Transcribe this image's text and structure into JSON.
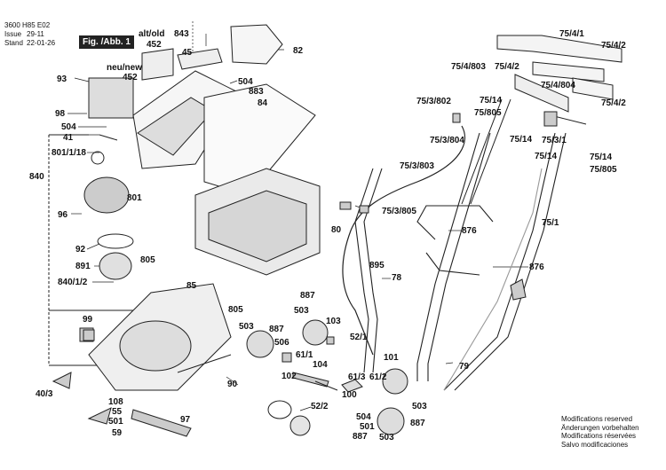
{
  "header": {
    "code": "3600 H85 E02",
    "issue_label": "Issue",
    "issue_value": "29-11",
    "stand_label": "Stand",
    "stand_value": "22-01-26",
    "figure": "Fig. /Abb. 1"
  },
  "notes": [
    "Modifications reserved",
    "Änderungen vorbehalten",
    "Modifications réservées",
    "Salvo modificaciones"
  ],
  "labels": {
    "l_843": "843",
    "l_alt_old": "alt/old",
    "l_452a": "452",
    "l_45": "45",
    "l_82": "82",
    "l_neu_new": "neu/new",
    "l_452b": "452",
    "l_93": "93",
    "l_504a": "504",
    "l_883": "883",
    "l_84": "84",
    "l_98": "98",
    "l_504b": "504",
    "l_41": "41",
    "l_801_1_18": "801/1/18",
    "l_840": "840",
    "l_801": "801",
    "l_96": "96",
    "l_92": "92",
    "l_891": "891",
    "l_805a": "805",
    "l_840_1_2": "840/1/2",
    "l_85": "85",
    "l_99": "99",
    "l_805b": "805",
    "l_503a": "503",
    "l_887a": "887",
    "l_506": "506",
    "l_40_3": "40/3",
    "l_108": "108",
    "l_55": "55",
    "l_501": "501",
    "l_59": "59",
    "l_90": "90",
    "l_97": "97",
    "l_80": "80",
    "l_75_4_1": "75/4/1",
    "l_75_4_2a": "75/4/2",
    "l_75_4_803": "75/4/803",
    "l_75_4_2b": "75/4/2",
    "l_75_4_804": "75/4/804",
    "l_75_4_2c": "75/4/2",
    "l_75_14a": "75/14",
    "l_75_805a": "75/805",
    "l_75_3_802": "75/3/802",
    "l_75_3_804": "75/3/804",
    "l_75_14b": "75/14",
    "l_75_3_1": "75/3/1",
    "l_75_14c": "75/14",
    "l_75_14d": "75/14",
    "l_75_805b": "75/805",
    "l_75_3_803": "75/3/803",
    "l_75_3_805": "75/3/805",
    "l_876a": "876",
    "l_75_1": "75/1",
    "l_895": "895",
    "l_78": "78",
    "l_876b": "876",
    "l_887b": "887",
    "l_503b": "503",
    "l_103": "103",
    "l_52_1": "52/1",
    "l_61_1": "61/1",
    "l_104": "104",
    "l_102": "102",
    "l_101": "101",
    "l_61_3": "61/3",
    "l_61_2": "61/2",
    "l_100": "100",
    "l_52_2": "52/2",
    "l_504c": "504",
    "l_501b": "501",
    "l_503c": "503",
    "l_887c": "887",
    "l_887d": "887",
    "l_503d": "503",
    "l_79": "79"
  }
}
